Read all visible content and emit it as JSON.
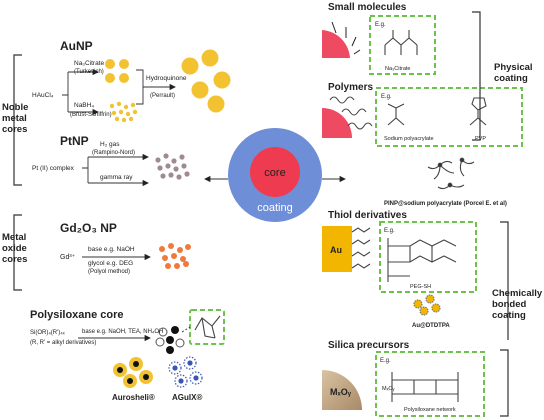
{
  "left": {
    "group_noble": "Noble\nmetal\ncores",
    "group_oxide": "Metal\noxide\ncores",
    "aunp": {
      "title": "AuNP",
      "reagent_top": "Na₃Citrate",
      "method_top": "(Turkevich)",
      "precursor": "HAuCl₄",
      "reagent_bottom": "NaBH₄",
      "method_bottom": "(Brust-Schiffrin)",
      "reagent_right": "Hydroquinone",
      "method_right": "(Perrault)"
    },
    "ptnp": {
      "title": "PtNP",
      "reagent_top": "H₂ gas",
      "method_top": "(Rampino-Nord)",
      "precursor": "Pt (II) complex",
      "reagent_bottom": "gamma ray"
    },
    "gd2o3": {
      "title": "Gd₂O₃ NP",
      "precursor": "Gd³⁺",
      "reagent_top": "base e.g. NaOH",
      "reagent_bottom": "glycol e.g. DEG",
      "method": "(Polyol method)"
    },
    "polysiloxane": {
      "title": "Polysiloxane core",
      "precursor": "Si(OR)₄(R')₄ₓ",
      "reagent": "base e.g. NaOH, TEA, NH₄OH",
      "substituents": "(R, R' = alkyl derivatives)",
      "product_a": "Aurosheli®",
      "product_b": "AGuIX®"
    }
  },
  "center": {
    "core_label": "core",
    "coating_label": "coating"
  },
  "right": {
    "group_physical": "Physical\ncoating",
    "group_chemical": "Chemically\nbonded\ncoating",
    "small_molecules": {
      "title": "Small molecules",
      "example": "E.g.",
      "molecule": "Na₃Citrate"
    },
    "polymers": {
      "title": "Polymers",
      "example": "E.g.",
      "molecule_a": "Sodium polyacrylate",
      "molecule_b": "PVP",
      "note": "PINP@sodium polyacrylate (Porcel E. et al)"
    },
    "thiol": {
      "title": "Thiol derivatives",
      "core": "Au",
      "example": "E.g.",
      "molecule": "PEG-SH",
      "note": "Au@DTDTPA"
    },
    "silica": {
      "title": "Silica precursors",
      "core": "MₓOᵧ",
      "example": "E.g.",
      "molecule": "Polysiloxane network"
    }
  },
  "colors": {
    "core": "#ef3b4f",
    "coating": "#6f8ed8",
    "gold": "#f2c230",
    "platinum": "#a08a92",
    "oxide": "#f07a3c",
    "dashed_box": "#6cc24a",
    "pink_core": "#ee4a62",
    "au_core": "#f2b600",
    "oxide_core": "#c9a982"
  }
}
